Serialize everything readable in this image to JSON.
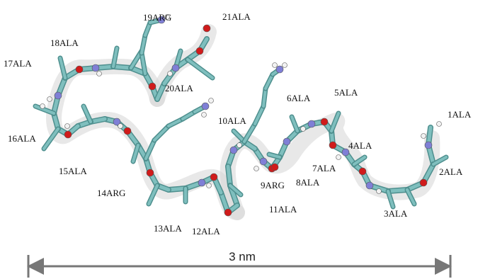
{
  "colors": {
    "carbon": "#7fbfbe",
    "carbon_dark": "#4e8f8e",
    "nitrogen": "#3b3bb8",
    "nitrogen_light": "#7f7fd6",
    "oxygen": "#d01b1b",
    "hydrogen": "#f2f2f2",
    "ribbon": "#d6d6d6",
    "label": "#111111",
    "scale_bar": "#777777"
  },
  "residues": [
    {
      "label": "1ALA"
    },
    {
      "label": "2ALA"
    },
    {
      "label": "3ALA"
    },
    {
      "label": "4ALA"
    },
    {
      "label": "5ALA"
    },
    {
      "label": "6ALA"
    },
    {
      "label": "7ALA"
    },
    {
      "label": "8ALA"
    },
    {
      "label": "9ARG"
    },
    {
      "label": "10ALA"
    },
    {
      "label": "11ALA"
    },
    {
      "label": "12ALA"
    },
    {
      "label": "13ALA"
    },
    {
      "label": "14ARG"
    },
    {
      "label": "15ALA"
    },
    {
      "label": "16ALA"
    },
    {
      "label": "17ALA"
    },
    {
      "label": "18ALA"
    },
    {
      "label": "19ARG"
    },
    {
      "label": "20ALA"
    },
    {
      "label": "21ALA"
    }
  ],
  "scale_bar": {
    "label": "3 nm"
  }
}
